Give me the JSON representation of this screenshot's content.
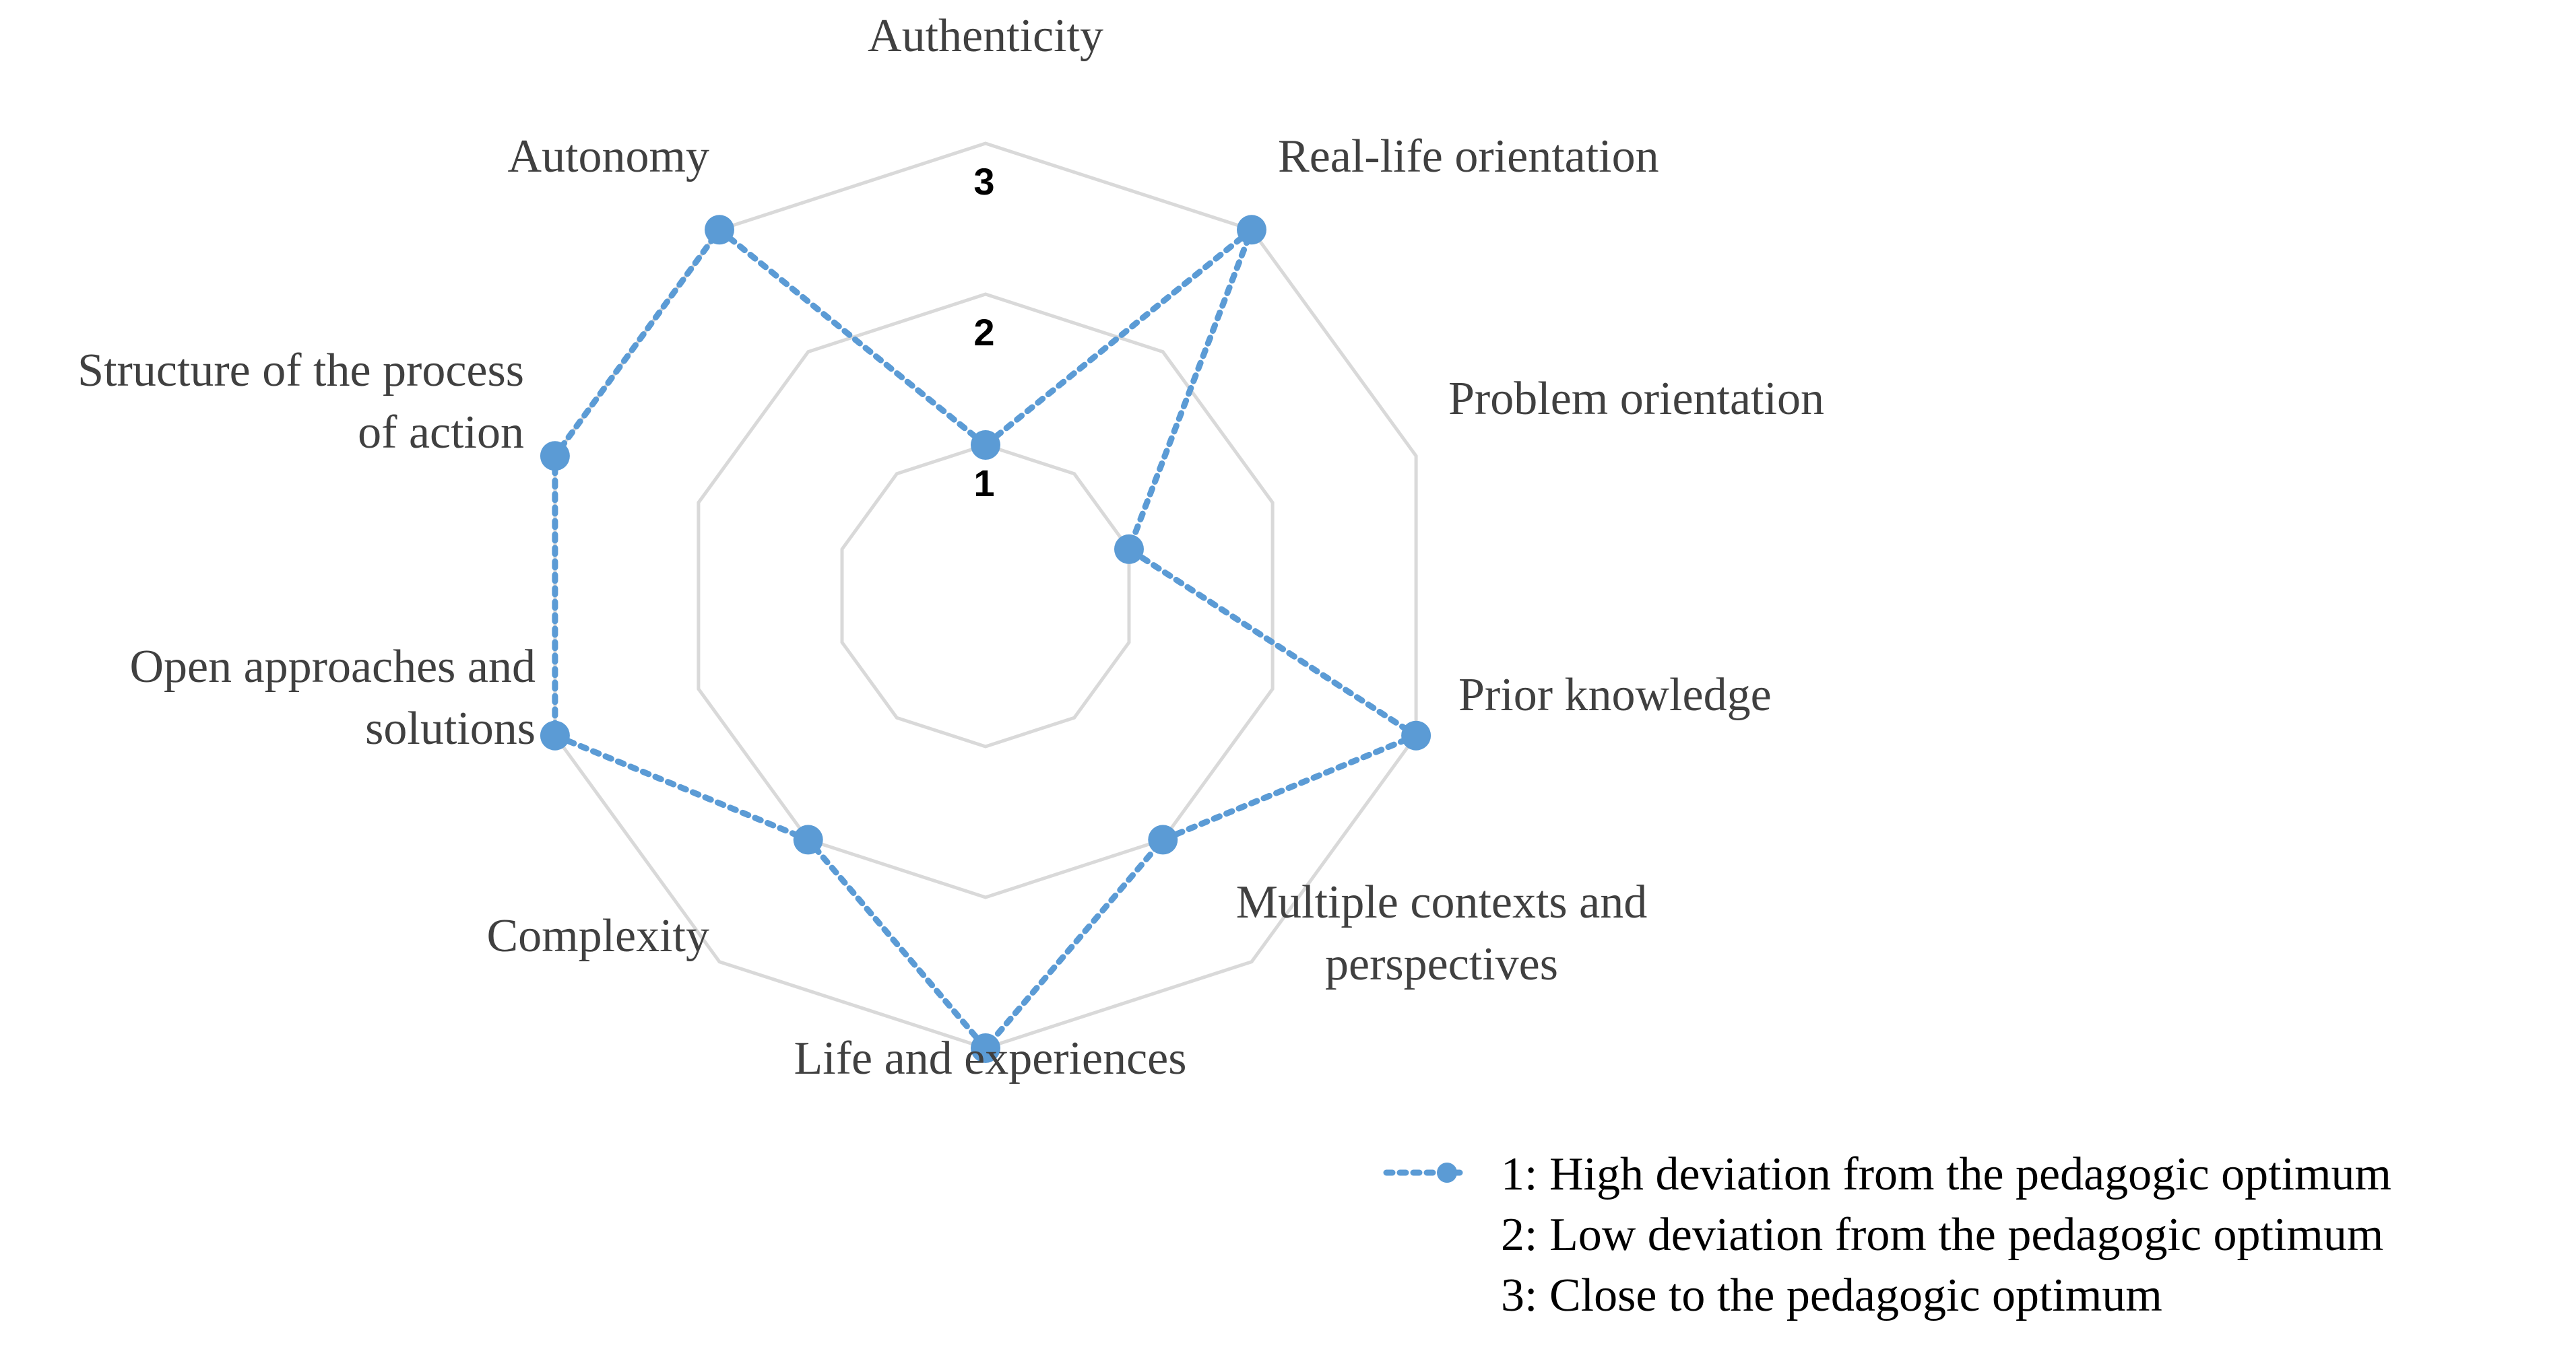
{
  "chart_data": {
    "type": "radar",
    "axes": [
      "Authenticity",
      "Real-life orientation",
      "Problem orientation",
      "Prior knowledge",
      "Multiple contexts and perspectives",
      "Life and experiences",
      "Complexity",
      "Open approaches and solutions",
      "Structure of the process of action",
      "Autonomy"
    ],
    "axis_label_lines": [
      [
        "Authenticity"
      ],
      [
        "Real-life orientation"
      ],
      [
        "Problem orientation"
      ],
      [
        "Prior knowledge"
      ],
      [
        "Multiple contexts and",
        "perspectives"
      ],
      [
        "Life and experiences"
      ],
      [
        "Complexity"
      ],
      [
        "Open approaches and",
        "solutions"
      ],
      [
        "Structure of the process",
        "of action"
      ],
      [
        "Autonomy"
      ]
    ],
    "series": [
      {
        "name": "1: High deviation from the pedagogic optimum",
        "values": [
          1,
          3,
          1,
          3,
          2,
          3,
          2,
          3,
          3,
          3
        ],
        "color": "#5b9bd5",
        "line_style": "dotted",
        "marker": "circle"
      }
    ],
    "radial_ticks": [
      "1",
      "2",
      "3"
    ],
    "rlim": [
      0,
      3
    ],
    "grid": true,
    "grid_color": "#d9d9d9",
    "legend": {
      "placement": "bottom-right",
      "entries": [
        "1: High deviation from the pedagogic optimum",
        "2: Low deviation from the pedagogic optimum",
        "3: Close to the pedagogic optimum"
      ]
    }
  }
}
